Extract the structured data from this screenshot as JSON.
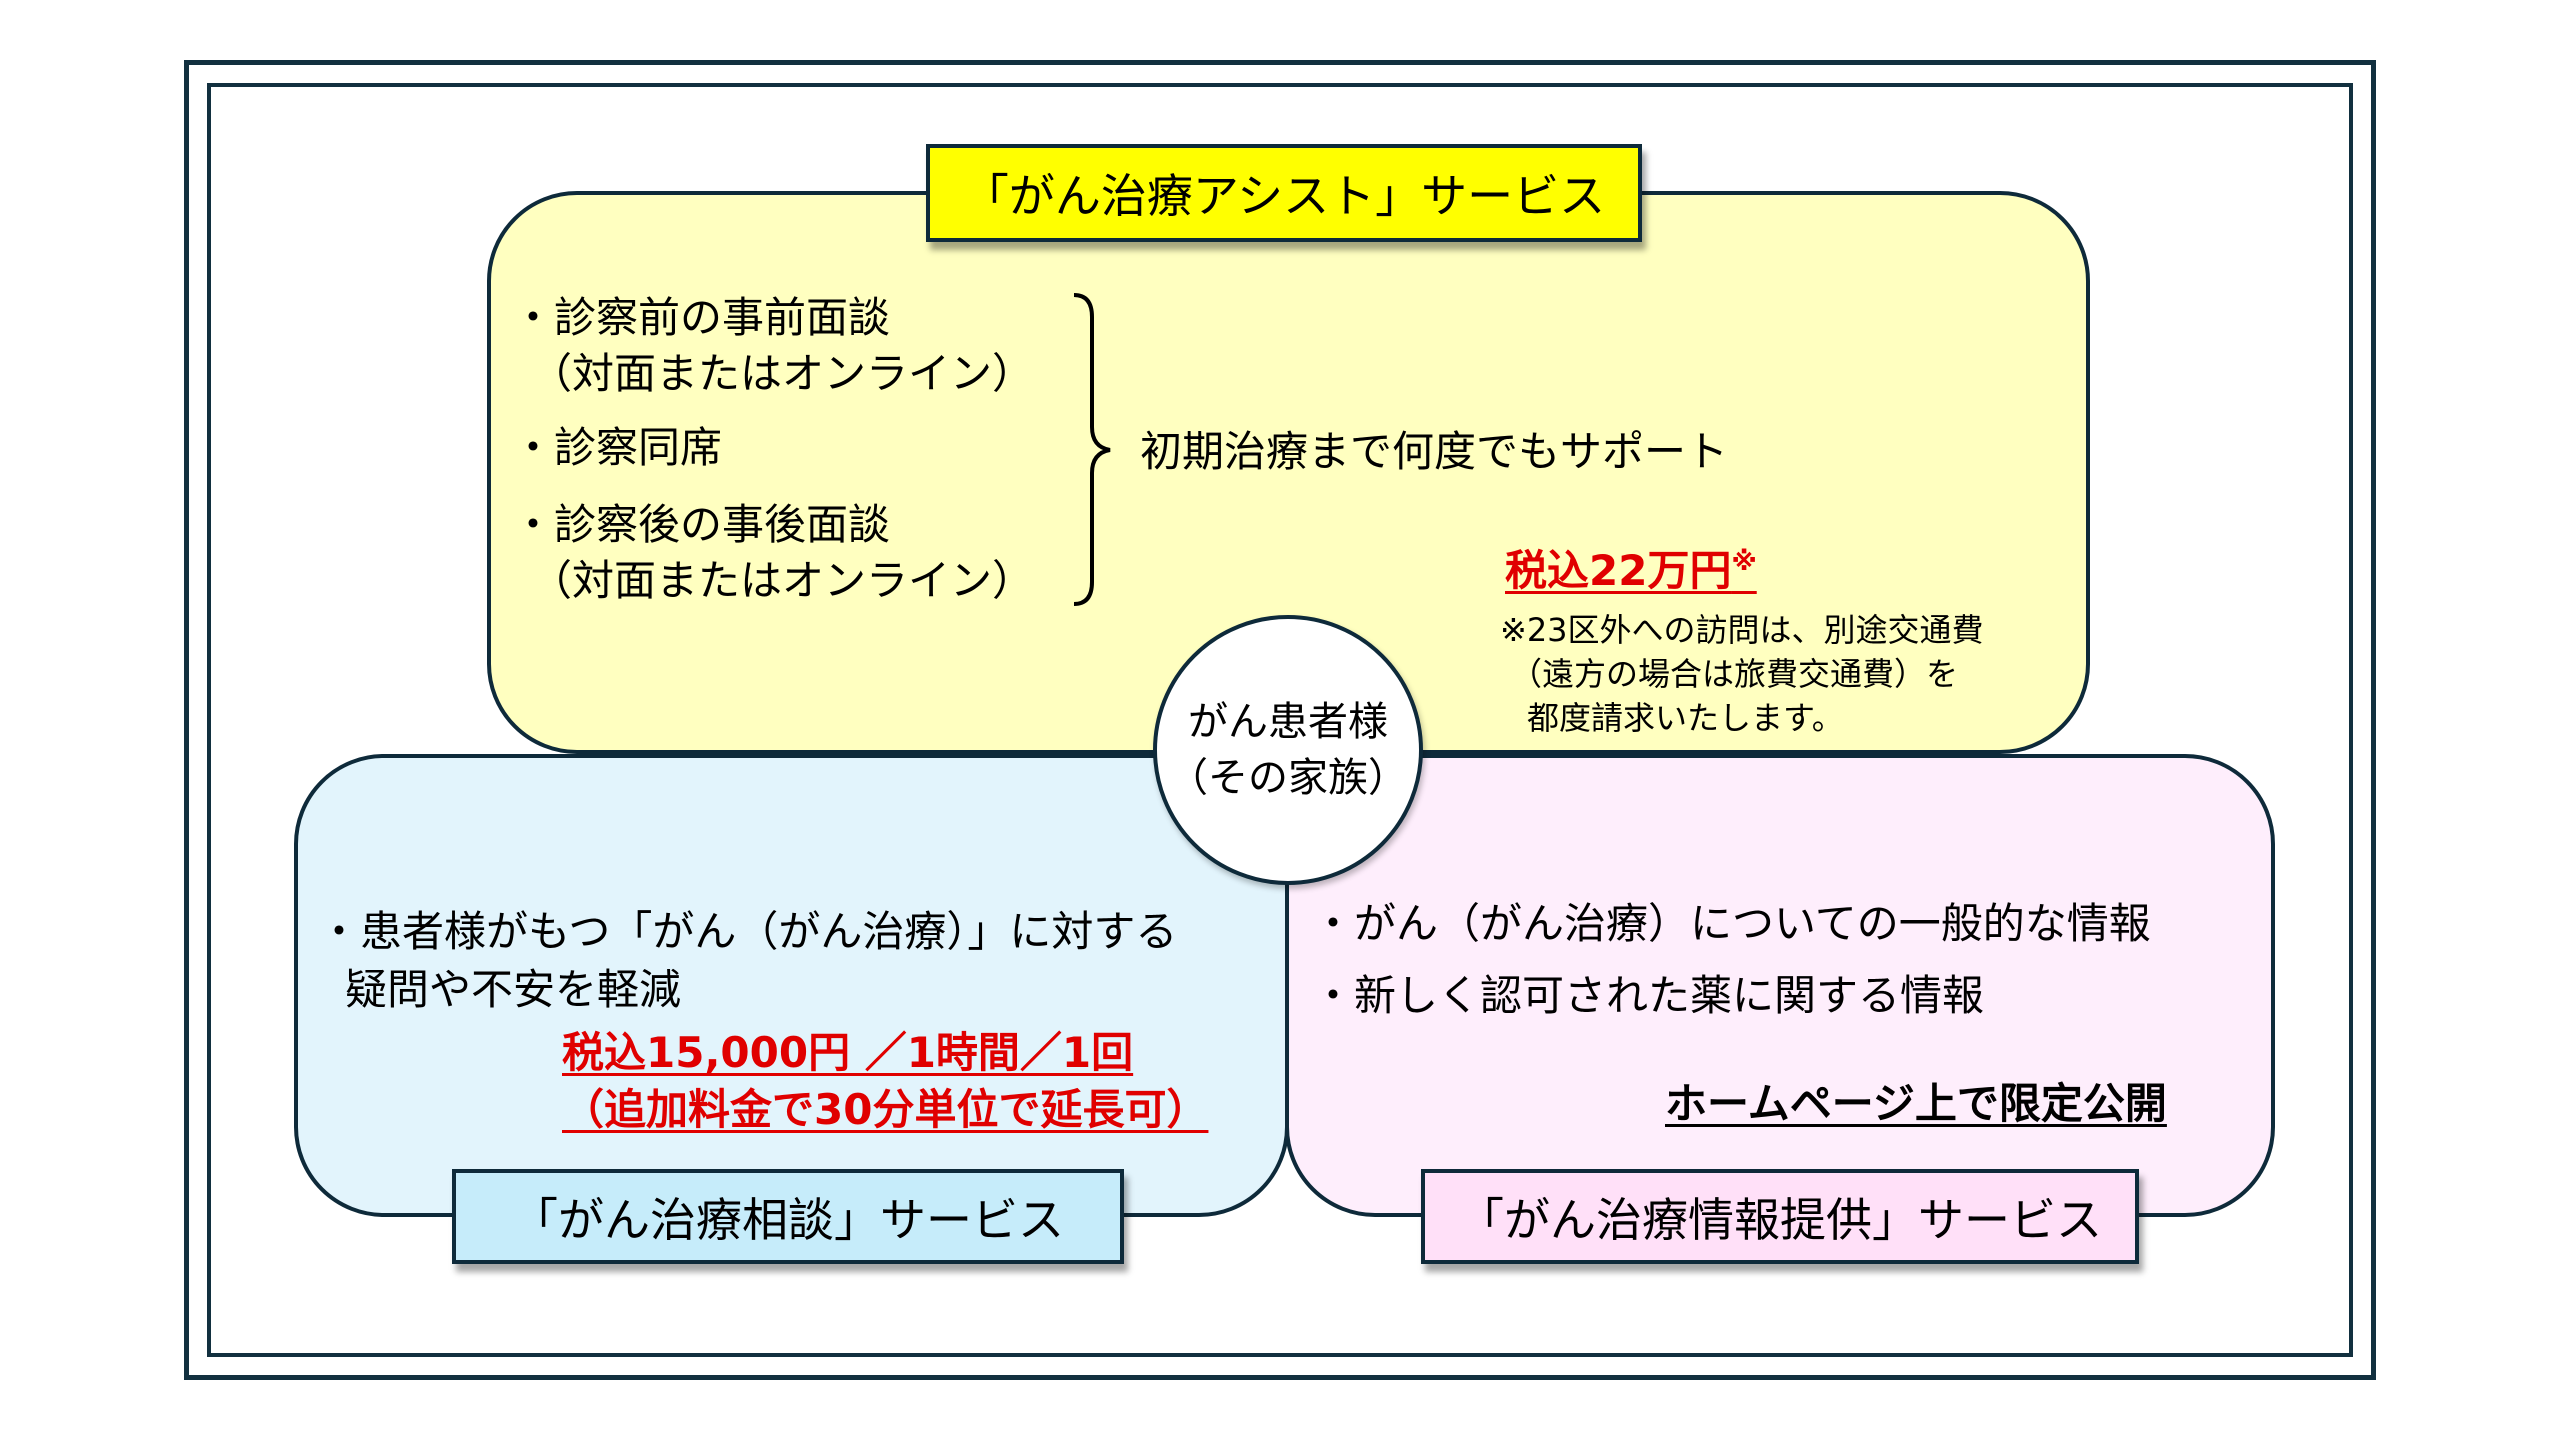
{
  "colors": {
    "border": "#0e2a3a",
    "assist_panel": "#ffffc0",
    "assist_label": "#ffff00",
    "consult_panel": "#e2f4fc",
    "consult_label": "#c6ecfa",
    "info_panel": "#feeefc",
    "info_label": "#ffe0f8",
    "price_red": "#e00000"
  },
  "center": {
    "line1": "がん患者様",
    "line2": "（その家族）"
  },
  "assist": {
    "title": "「がん治療アシスト」サービス",
    "items": [
      {
        "main": "・診察前の事前面談",
        "sub": "（対面またはオンライン）"
      },
      {
        "main": "・診察同席",
        "sub": ""
      },
      {
        "main": "・診察後の事後面談",
        "sub": "（対面またはオンライン）"
      }
    ],
    "summary": "初期治療まで何度でもサポート",
    "price": "税込22万円",
    "price_mark": "※",
    "note_lines": [
      "※23区外への訪問は、別途交通費",
      "（遠方の場合は旅費交通費）を",
      "都度請求いたします。"
    ]
  },
  "consult": {
    "title": "「がん治療相談」サービス",
    "item_line1": "・患者様がもつ「がん（がん治療）」に対する",
    "item_line2": "疑問や不安を軽減",
    "price_line1": "税込15,000円 ／1時間／1回",
    "price_line2": "（追加料金で30分単位で延長可）"
  },
  "info": {
    "title": "「がん治療情報提供」サービス",
    "items": [
      "・がん（がん治療）についての一般的な情報",
      "・新しく認可された薬に関する情報"
    ],
    "availability": "ホームページ上で限定公開"
  }
}
